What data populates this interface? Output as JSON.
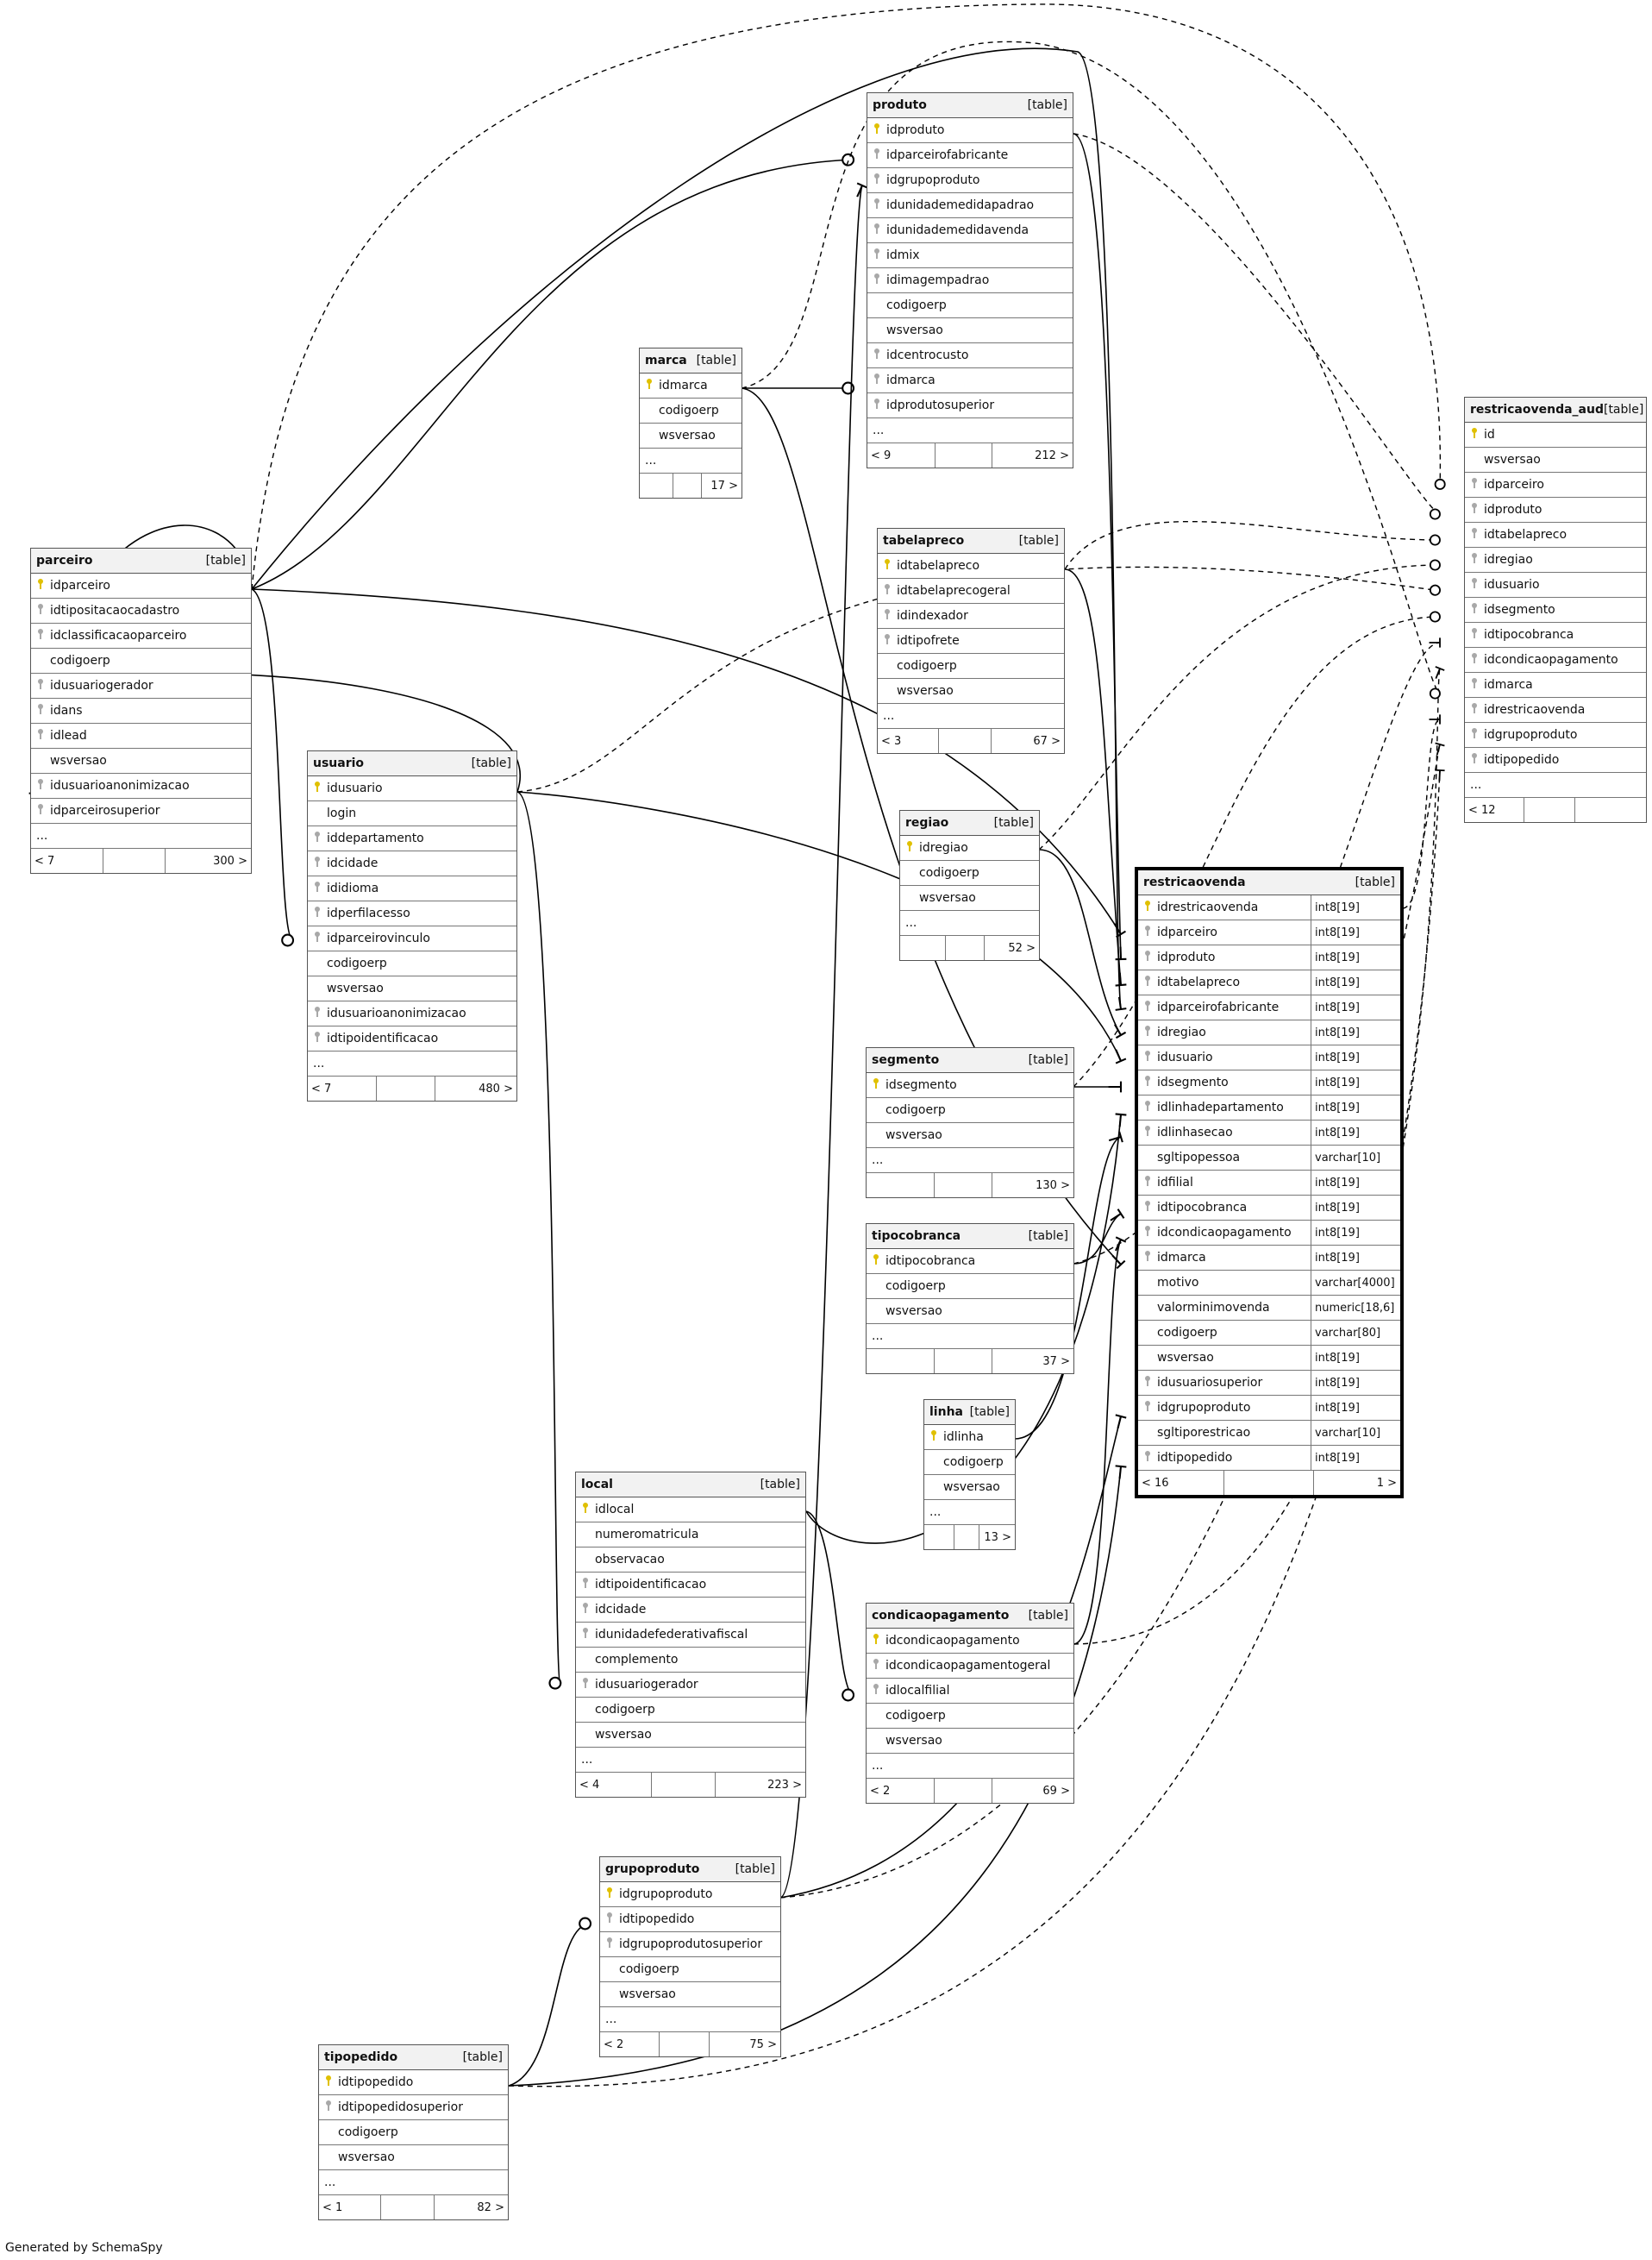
{
  "generated_by": "Generated by SchemaSpy",
  "kind_label": "[table]",
  "tables": [
    {
      "name": "produto",
      "columns": [
        {
          "n": "idproduto",
          "k": "pk"
        },
        {
          "n": "idparceirofabricante",
          "k": "fk"
        },
        {
          "n": "idgrupoproduto",
          "k": "fk"
        },
        {
          "n": "idunidademedidapadrao",
          "k": "fk"
        },
        {
          "n": "idunidademedidavenda",
          "k": "fk"
        },
        {
          "n": "idmix",
          "k": "fk"
        },
        {
          "n": "idimagempadrao",
          "k": "fk"
        },
        {
          "n": "codigoerp",
          "k": ""
        },
        {
          "n": "wsversao",
          "k": ""
        },
        {
          "n": "idcentrocusto",
          "k": "fk"
        },
        {
          "n": "idmarca",
          "k": "fk"
        },
        {
          "n": "idprodutosuperior",
          "k": "fk"
        }
      ],
      "more": "...",
      "foot": [
        "< 9",
        "",
        "212 >"
      ]
    },
    {
      "name": "marca",
      "columns": [
        {
          "n": "idmarca",
          "k": "pk"
        },
        {
          "n": "codigoerp",
          "k": ""
        },
        {
          "n": "wsversao",
          "k": ""
        }
      ],
      "more": "...",
      "foot": [
        "",
        "",
        "17 >"
      ]
    },
    {
      "name": "tabelapreco",
      "columns": [
        {
          "n": "idtabelapreco",
          "k": "pk"
        },
        {
          "n": "idtabelaprecogeral",
          "k": "fk"
        },
        {
          "n": "idindexador",
          "k": "fk"
        },
        {
          "n": "idtipofrete",
          "k": "fk"
        },
        {
          "n": "codigoerp",
          "k": ""
        },
        {
          "n": "wsversao",
          "k": ""
        }
      ],
      "more": "...",
      "foot": [
        "< 3",
        "",
        "67 >"
      ]
    },
    {
      "name": "restricaovenda_aud",
      "columns": [
        {
          "n": "id",
          "k": "pk"
        },
        {
          "n": "wsversao",
          "k": ""
        },
        {
          "n": "idparceiro",
          "k": "fk"
        },
        {
          "n": "idproduto",
          "k": "fk"
        },
        {
          "n": "idtabelapreco",
          "k": "fk"
        },
        {
          "n": "idregiao",
          "k": "fk"
        },
        {
          "n": "idusuario",
          "k": "fk"
        },
        {
          "n": "idsegmento",
          "k": "fk"
        },
        {
          "n": "idtipocobranca",
          "k": "fk"
        },
        {
          "n": "idcondicaopagamento",
          "k": "fk"
        },
        {
          "n": "idmarca",
          "k": "fk"
        },
        {
          "n": "idrestricaovenda",
          "k": "fk"
        },
        {
          "n": "idgrupoproduto",
          "k": "fk"
        },
        {
          "n": "idtipopedido",
          "k": "fk"
        }
      ],
      "more": "...",
      "foot": [
        "< 12",
        "",
        ""
      ]
    },
    {
      "name": "parceiro",
      "columns": [
        {
          "n": "idparceiro",
          "k": "pk"
        },
        {
          "n": "idtipositacaocadastro",
          "k": "fk"
        },
        {
          "n": "idclassificacaoparceiro",
          "k": "fk"
        },
        {
          "n": "codigoerp",
          "k": ""
        },
        {
          "n": "idusuariogerador",
          "k": "fk"
        },
        {
          "n": "idans",
          "k": "fk"
        },
        {
          "n": "idlead",
          "k": "fk"
        },
        {
          "n": "wsversao",
          "k": ""
        },
        {
          "n": "idusuarioanonimizacao",
          "k": "fk"
        },
        {
          "n": "idparceirosuperior",
          "k": "fk"
        }
      ],
      "more": "...",
      "foot": [
        "< 7",
        "",
        "300 >"
      ]
    },
    {
      "name": "usuario",
      "columns": [
        {
          "n": "idusuario",
          "k": "pk"
        },
        {
          "n": "login",
          "k": ""
        },
        {
          "n": "iddepartamento",
          "k": "fk"
        },
        {
          "n": "idcidade",
          "k": "fk"
        },
        {
          "n": "ididioma",
          "k": "fk"
        },
        {
          "n": "idperfilacesso",
          "k": "fk"
        },
        {
          "n": "idparceirovinculo",
          "k": "fk"
        },
        {
          "n": "codigoerp",
          "k": ""
        },
        {
          "n": "wsversao",
          "k": ""
        },
        {
          "n": "idusuarioanonimizacao",
          "k": "fk"
        },
        {
          "n": "idtipoidentificacao",
          "k": "fk"
        }
      ],
      "more": "...",
      "foot": [
        "< 7",
        "",
        "480 >"
      ]
    },
    {
      "name": "regiao",
      "columns": [
        {
          "n": "idregiao",
          "k": "pk"
        },
        {
          "n": "codigoerp",
          "k": ""
        },
        {
          "n": "wsversao",
          "k": ""
        }
      ],
      "more": "...",
      "foot": [
        "",
        "",
        "52 >"
      ]
    },
    {
      "name": "restricaovenda",
      "columns": [
        {
          "n": "idrestricaovenda",
          "k": "pk",
          "t": "int8[19]"
        },
        {
          "n": "idparceiro",
          "k": "fk",
          "t": "int8[19]"
        },
        {
          "n": "idproduto",
          "k": "fk",
          "t": "int8[19]"
        },
        {
          "n": "idtabelapreco",
          "k": "fk",
          "t": "int8[19]"
        },
        {
          "n": "idparceirofabricante",
          "k": "fk",
          "t": "int8[19]"
        },
        {
          "n": "idregiao",
          "k": "fk",
          "t": "int8[19]"
        },
        {
          "n": "idusuario",
          "k": "fk",
          "t": "int8[19]"
        },
        {
          "n": "idsegmento",
          "k": "fk",
          "t": "int8[19]"
        },
        {
          "n": "idlinhadepartamento",
          "k": "fk",
          "t": "int8[19]"
        },
        {
          "n": "idlinhasecao",
          "k": "fk",
          "t": "int8[19]"
        },
        {
          "n": "sgltipopessoa",
          "k": "",
          "t": "varchar[10]"
        },
        {
          "n": "idfilial",
          "k": "fk",
          "t": "int8[19]"
        },
        {
          "n": "idtipocobranca",
          "k": "fk",
          "t": "int8[19]"
        },
        {
          "n": "idcondicaopagamento",
          "k": "fk",
          "t": "int8[19]"
        },
        {
          "n": "idmarca",
          "k": "fk",
          "t": "int8[19]"
        },
        {
          "n": "motivo",
          "k": "",
          "t": "varchar[4000]"
        },
        {
          "n": "valorminimovenda",
          "k": "",
          "t": "numeric[18,6]"
        },
        {
          "n": "codigoerp",
          "k": "",
          "t": "varchar[80]"
        },
        {
          "n": "wsversao",
          "k": "",
          "t": "int8[19]"
        },
        {
          "n": "idusuariosuperior",
          "k": "fk",
          "t": "int8[19]"
        },
        {
          "n": "idgrupoproduto",
          "k": "fk",
          "t": "int8[19]"
        },
        {
          "n": "sgltiporestricao",
          "k": "",
          "t": "varchar[10]"
        },
        {
          "n": "idtipopedido",
          "k": "fk",
          "t": "int8[19]"
        }
      ],
      "more": "",
      "foot": [
        "< 16",
        "",
        "1 >"
      ]
    },
    {
      "name": "segmento",
      "columns": [
        {
          "n": "idsegmento",
          "k": "pk"
        },
        {
          "n": "codigoerp",
          "k": ""
        },
        {
          "n": "wsversao",
          "k": ""
        }
      ],
      "more": "...",
      "foot": [
        "",
        "",
        "130 >"
      ]
    },
    {
      "name": "tipocobranca",
      "columns": [
        {
          "n": "idtipocobranca",
          "k": "pk"
        },
        {
          "n": "codigoerp",
          "k": ""
        },
        {
          "n": "wsversao",
          "k": ""
        }
      ],
      "more": "...",
      "foot": [
        "",
        "",
        "37 >"
      ]
    },
    {
      "name": "linha",
      "columns": [
        {
          "n": "idlinha",
          "k": "pk"
        },
        {
          "n": "codigoerp",
          "k": ""
        },
        {
          "n": "wsversao",
          "k": ""
        }
      ],
      "more": "...",
      "foot": [
        "",
        "",
        "13 >"
      ]
    },
    {
      "name": "local",
      "columns": [
        {
          "n": "idlocal",
          "k": "pk"
        },
        {
          "n": "numeromatricula",
          "k": ""
        },
        {
          "n": "observacao",
          "k": ""
        },
        {
          "n": "idtipoidentificacao",
          "k": "fk"
        },
        {
          "n": "idcidade",
          "k": "fk"
        },
        {
          "n": "idunidadefederativafiscal",
          "k": "fk"
        },
        {
          "n": "complemento",
          "k": ""
        },
        {
          "n": "idusuariogerador",
          "k": "fk"
        },
        {
          "n": "codigoerp",
          "k": ""
        },
        {
          "n": "wsversao",
          "k": ""
        }
      ],
      "more": "...",
      "foot": [
        "< 4",
        "",
        "223 >"
      ]
    },
    {
      "name": "condicaopagamento",
      "columns": [
        {
          "n": "idcondicaopagamento",
          "k": "pk"
        },
        {
          "n": "idcondicaopagamentogeral",
          "k": "fk"
        },
        {
          "n": "idlocalfilial",
          "k": "fk"
        },
        {
          "n": "codigoerp",
          "k": ""
        },
        {
          "n": "wsversao",
          "k": ""
        }
      ],
      "more": "...",
      "foot": [
        "< 2",
        "",
        "69 >"
      ]
    },
    {
      "name": "grupoproduto",
      "columns": [
        {
          "n": "idgrupoproduto",
          "k": "pk"
        },
        {
          "n": "idtipopedido",
          "k": "fk"
        },
        {
          "n": "idgrupoprodutosuperior",
          "k": "fk"
        },
        {
          "n": "codigoerp",
          "k": ""
        },
        {
          "n": "wsversao",
          "k": ""
        }
      ],
      "more": "...",
      "foot": [
        "< 2",
        "",
        "75 >"
      ]
    },
    {
      "name": "tipopedido",
      "columns": [
        {
          "n": "idtipopedido",
          "k": "pk"
        },
        {
          "n": "idtipopedidosuperior",
          "k": "fk"
        },
        {
          "n": "codigoerp",
          "k": ""
        },
        {
          "n": "wsversao",
          "k": ""
        }
      ],
      "more": "...",
      "foot": [
        "< 1",
        "",
        "82 >"
      ]
    }
  ]
}
